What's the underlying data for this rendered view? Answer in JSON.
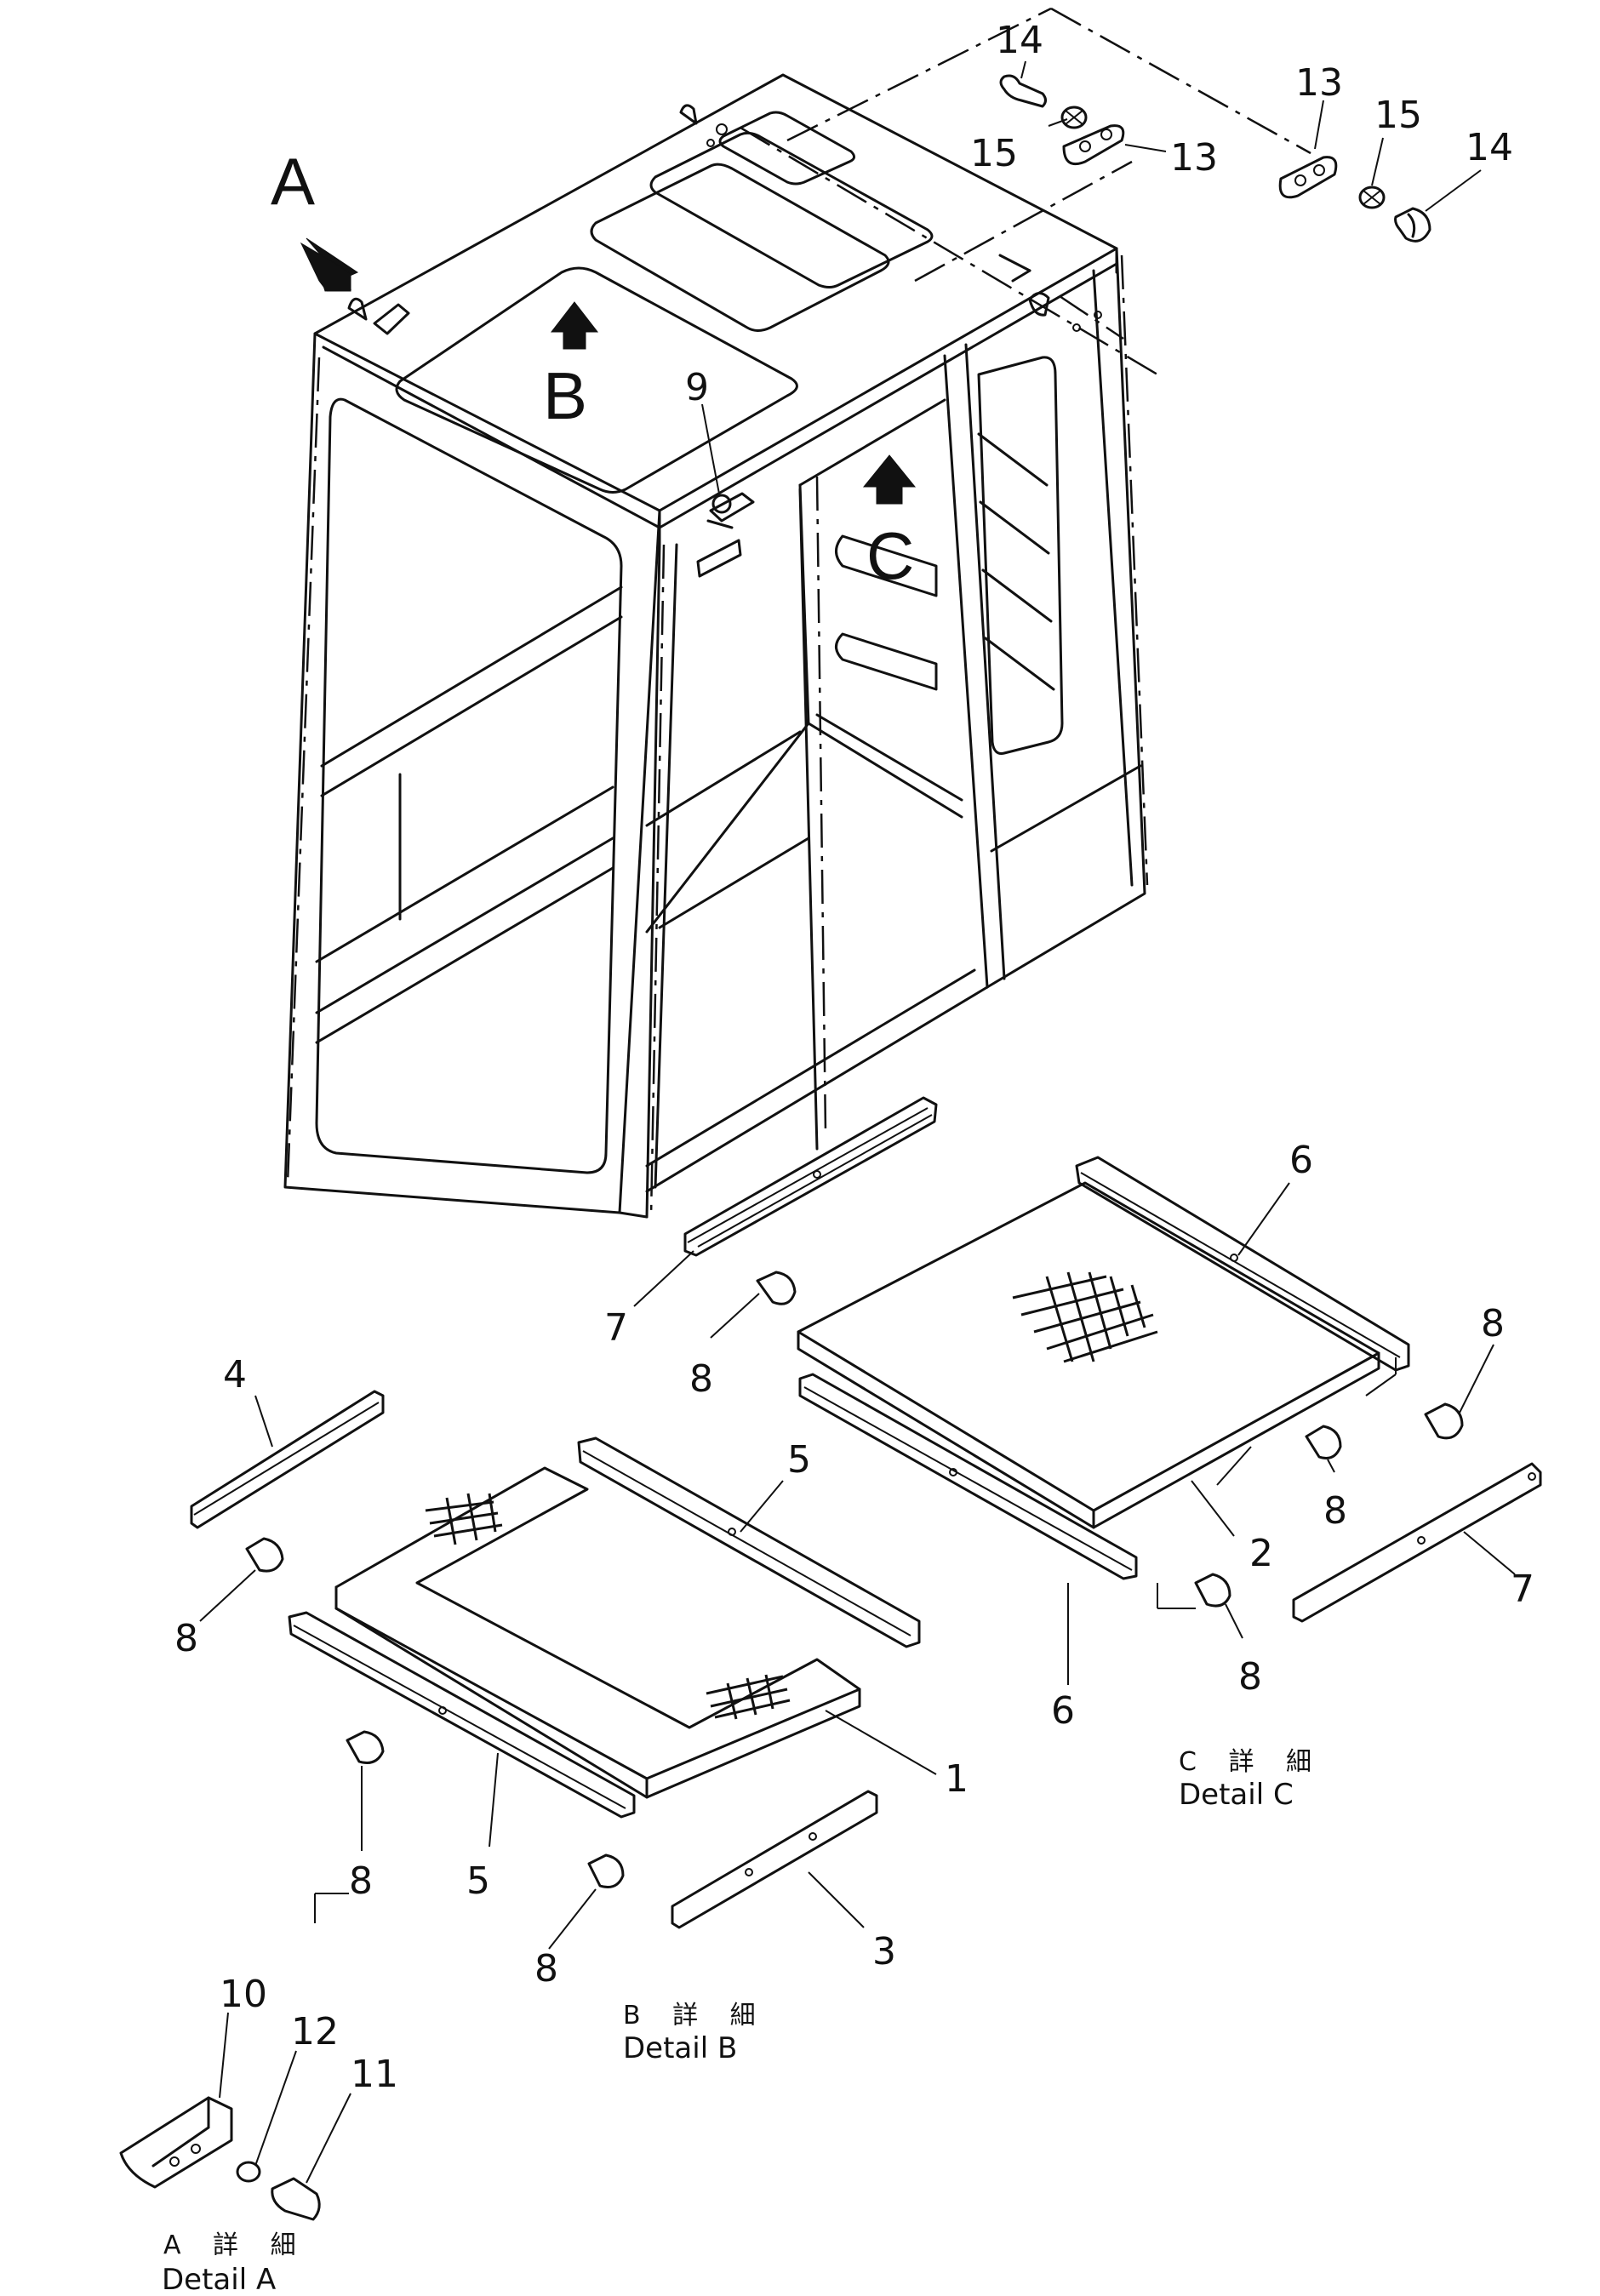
{
  "views": {
    "a": {
      "letter": "A"
    },
    "b": {
      "letter": "B"
    },
    "c": {
      "letter": "C"
    }
  },
  "callouts": {
    "n1": "1",
    "n2": "2",
    "n3": "3",
    "n4": "4",
    "n5a": "5",
    "n5b": "5",
    "n6a": "6",
    "n6b": "6",
    "n7a": "7",
    "n7b": "7",
    "n8a": "8",
    "n8b": "8",
    "n8c": "8",
    "n8d": "8",
    "n8e": "8",
    "n8f": "8",
    "n8g": "8",
    "n9": "9",
    "n10": "10",
    "n11": "11",
    "n12": "12",
    "n13a": "13",
    "n13b": "13",
    "n14a": "14",
    "n14b": "14",
    "n15a": "15",
    "n15b": "15"
  },
  "captions": {
    "detail_b_jp": "B 詳 細",
    "detail_b_en": "Detail B",
    "detail_c_jp": "C 詳 細",
    "detail_c_en": "Detail C",
    "detail_a_jp": "A 詳 細",
    "detail_a_en": "Detail A"
  }
}
